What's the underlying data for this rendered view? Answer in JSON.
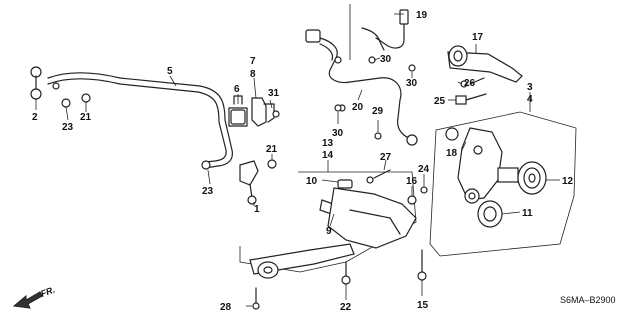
{
  "diagram": {
    "code": "S6MA–B2900",
    "direction": "FR.",
    "callouts": {
      "c1": "1",
      "c2": "2",
      "c3": "3",
      "c4": "4",
      "c5": "5",
      "c6": "6",
      "c7": "7",
      "c8": "8",
      "c9": "9",
      "c10": "10",
      "c11": "11",
      "c12": "12",
      "c13": "13",
      "c14": "14",
      "c15": "15",
      "c16": "16",
      "c17": "17",
      "c18": "18",
      "c19": "19",
      "c20": "20",
      "c21a": "21",
      "c21b": "21",
      "c22": "22",
      "c23a": "23",
      "c23b": "23",
      "c24": "24",
      "c25": "25",
      "c26": "26",
      "c27": "27",
      "c28": "28",
      "c29": "29",
      "c30a": "30",
      "c30b": "30",
      "c30c": "30",
      "c31": "31"
    }
  }
}
